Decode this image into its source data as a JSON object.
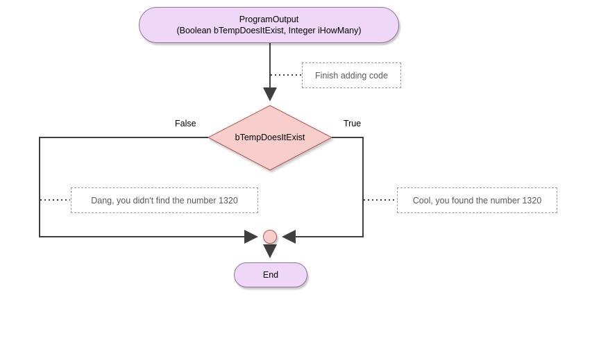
{
  "diagram": {
    "title": "ProgramOutput flowchart",
    "start_node": {
      "line1": "ProgramOutput",
      "line2": "(Boolean bTempDoesItExist, Integer iHowMany)"
    },
    "decision_node": {
      "label": "bTempDoesItExist"
    },
    "edge_labels": {
      "false_branch": "False",
      "true_branch": "True"
    },
    "annotations": {
      "top": "Finish adding code",
      "left": "Dang, you didn't find the number 1320",
      "right": "Cool, you found the number 1320"
    },
    "end_node": {
      "label": "End"
    },
    "colors": {
      "node_fill_purple": "#eed7f7",
      "node_stroke_purple": "#9673a6",
      "decision_fill_pink": "#f8cecc",
      "decision_stroke": "#b85450",
      "connector_line": "#3f3f3f",
      "annotation_text": "#5b5b5b",
      "annotation_border": "#9e9e9e"
    }
  }
}
